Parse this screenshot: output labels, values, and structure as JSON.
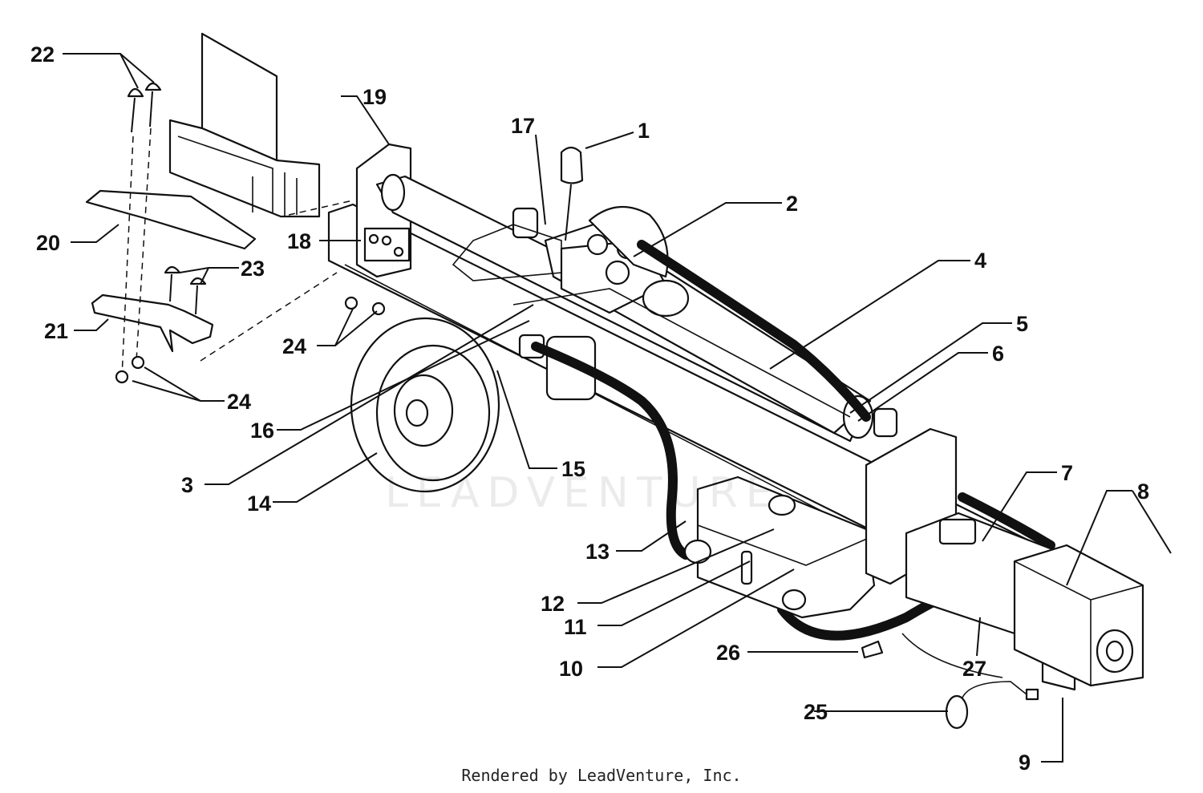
{
  "diagram": {
    "callouts": [
      "1",
      "2",
      "3",
      "4",
      "5",
      "6",
      "7",
      "8",
      "9",
      "10",
      "11",
      "12",
      "13",
      "14",
      "15",
      "16",
      "17",
      "18",
      "19",
      "20",
      "21",
      "22",
      "23",
      "24",
      "24",
      "25",
      "26",
      "27"
    ]
  },
  "watermark": "LEADVENTURE",
  "footer": {
    "credit": "Rendered by LeadVenture, Inc."
  }
}
